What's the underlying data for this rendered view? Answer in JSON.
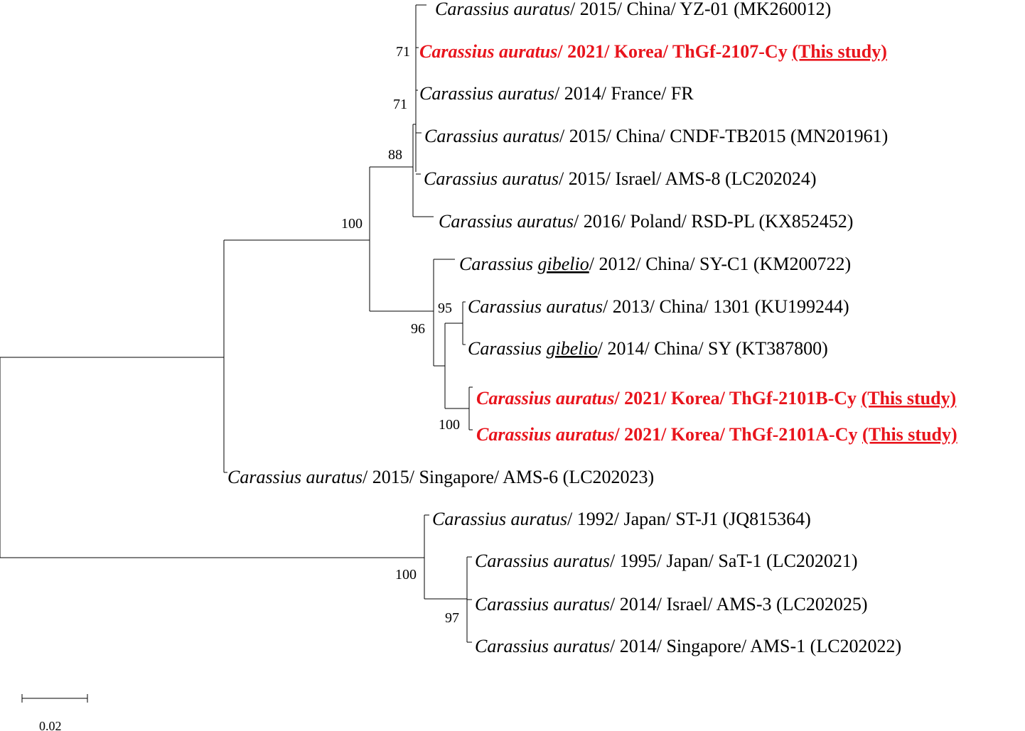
{
  "taxa": [
    {
      "species": "Carassius auratus",
      "rest": "/ 2015/ China/ YZ-01 (MK260012)",
      "suffix": "",
      "highlight": false
    },
    {
      "species": "Carassius auratus",
      "rest": "/ 2021/ Korea/ ThGf-2107-Cy ",
      "suffix": "(This study)",
      "highlight": true
    },
    {
      "species": "Carassius auratus",
      "rest": "/ 2014/ France/ FR",
      "suffix": "",
      "highlight": false
    },
    {
      "species": "Carassius auratus",
      "rest": "/ 2015/ China/ CNDF-TB2015 (MN201961)",
      "suffix": "",
      "highlight": false
    },
    {
      "species": "Carassius auratus",
      "rest": "/ 2015/ Israel/ AMS-8 (LC202024)",
      "suffix": "",
      "highlight": false
    },
    {
      "species": "Carassius auratus",
      "rest": "/ 2016/ Poland/ RSD-PL (KX852452)",
      "suffix": "",
      "highlight": false
    },
    {
      "species": "Carassius gibelio",
      "rest": "/ 2012/ China/ SY-C1 (KM200722)",
      "suffix": "",
      "highlight": false
    },
    {
      "species": "Carassius auratus",
      "rest": "/ 2013/ China/ 1301 (KU199244)",
      "suffix": "",
      "highlight": false
    },
    {
      "species": "Carassius gibelio",
      "rest": "/ 2014/ China/ SY (KT387800)",
      "suffix": "",
      "highlight": false
    },
    {
      "species": "Carassius auratus",
      "rest": "/ 2021/ Korea/ ThGf-2101B-Cy ",
      "suffix": "(This study)",
      "highlight": true
    },
    {
      "species": "Carassius auratus",
      "rest": "/ 2021/ Korea/ ThGf-2101A-Cy ",
      "suffix": "(This study)",
      "highlight": true
    },
    {
      "species": "Carassius auratus",
      "rest": "/ 2015/ Singapore/ AMS-6 (LC202023)",
      "suffix": "",
      "highlight": false
    },
    {
      "species": "Carassius auratus",
      "rest": "/ 1992/ Japan/ ST-J1 (JQ815364)",
      "suffix": "",
      "highlight": false
    },
    {
      "species": "Carassius auratus",
      "rest": "/ 1995/ Japan/ SaT-1 (LC202021)",
      "suffix": "",
      "highlight": false
    },
    {
      "species": "Carassius auratus",
      "rest": "/ 2014/ Israel/ AMS-3 (LC202025)",
      "suffix": "",
      "highlight": false
    },
    {
      "species": "Carassius auratus",
      "rest": "/ 2014/ Singapore/ AMS-1 (LC202022)",
      "suffix": "",
      "highlight": false
    }
  ],
  "bootstrap": {
    "b71a": "71",
    "b71b": "71",
    "b88": "88",
    "b100a": "100",
    "b95": "95",
    "b96": "96",
    "b100b": "100",
    "b100c": "100",
    "b97": "97"
  },
  "scale_bar": {
    "label": "0.02"
  },
  "colors": {
    "highlight": "#e8141c",
    "branch": "#000000"
  }
}
